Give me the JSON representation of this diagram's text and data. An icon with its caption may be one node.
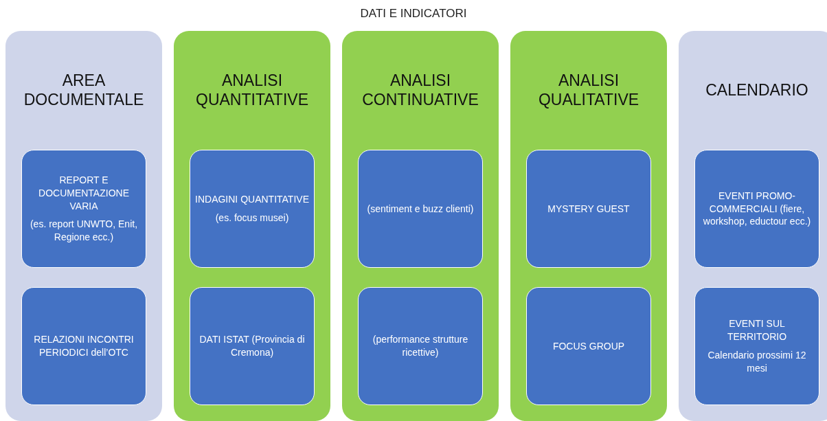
{
  "diagram": {
    "title": "DATI E INDICATORI",
    "nodes": [
      {
        "text": [
          "AREA DOCUMENTALE"
        ]
      },
      {
        "text": [
          "REPORT E DOCUMENTAZIONE VARIA",
          "(es. report UNWTO, Enit, Regione ecc.)"
        ],
        "in": 0
      },
      {
        "text": [
          "RELAZIONI INCONTRI PERIODICI dell’OTC"
        ],
        "in": 0
      },
      {
        "text": [
          "ANALISI QUANTITATIVE"
        ]
      },
      {
        "text": [
          "INDAGINI QUANTITATIVE",
          "(es. focus musei)"
        ],
        "in": 3
      },
      {
        "text": [
          "DATI ISTAT (Provincia di Cremona)"
        ],
        "in": 3
      },
      {
        "text": [
          "ANALISI CONTINUATIVE"
        ]
      },
      {
        "text": [
          "(sentiment e buzz clienti)"
        ],
        "in": 6
      },
      {
        "text": [
          "(performance strutture ricettive)"
        ],
        "in": 6
      },
      {
        "text": [
          "ANALISI QUALITATIVE"
        ]
      },
      {
        "text": [
          "MYSTERY GUEST"
        ],
        "in": 9
      },
      {
        "text": [
          "FOCUS GROUP"
        ],
        "in": 9
      },
      {
        "text": [
          "CALENDARIO"
        ]
      },
      {
        "text": [
          "EVENTI PROMO-COMMERCIALI (fiere, workshop, eductour ecc.)"
        ],
        "in": 12
      },
      {
        "text": [
          "EVENTI SUL TERRITORIO",
          "Calendario prossimi 12 mesi"
        ],
        "in": 12
      }
    ]
  }
}
